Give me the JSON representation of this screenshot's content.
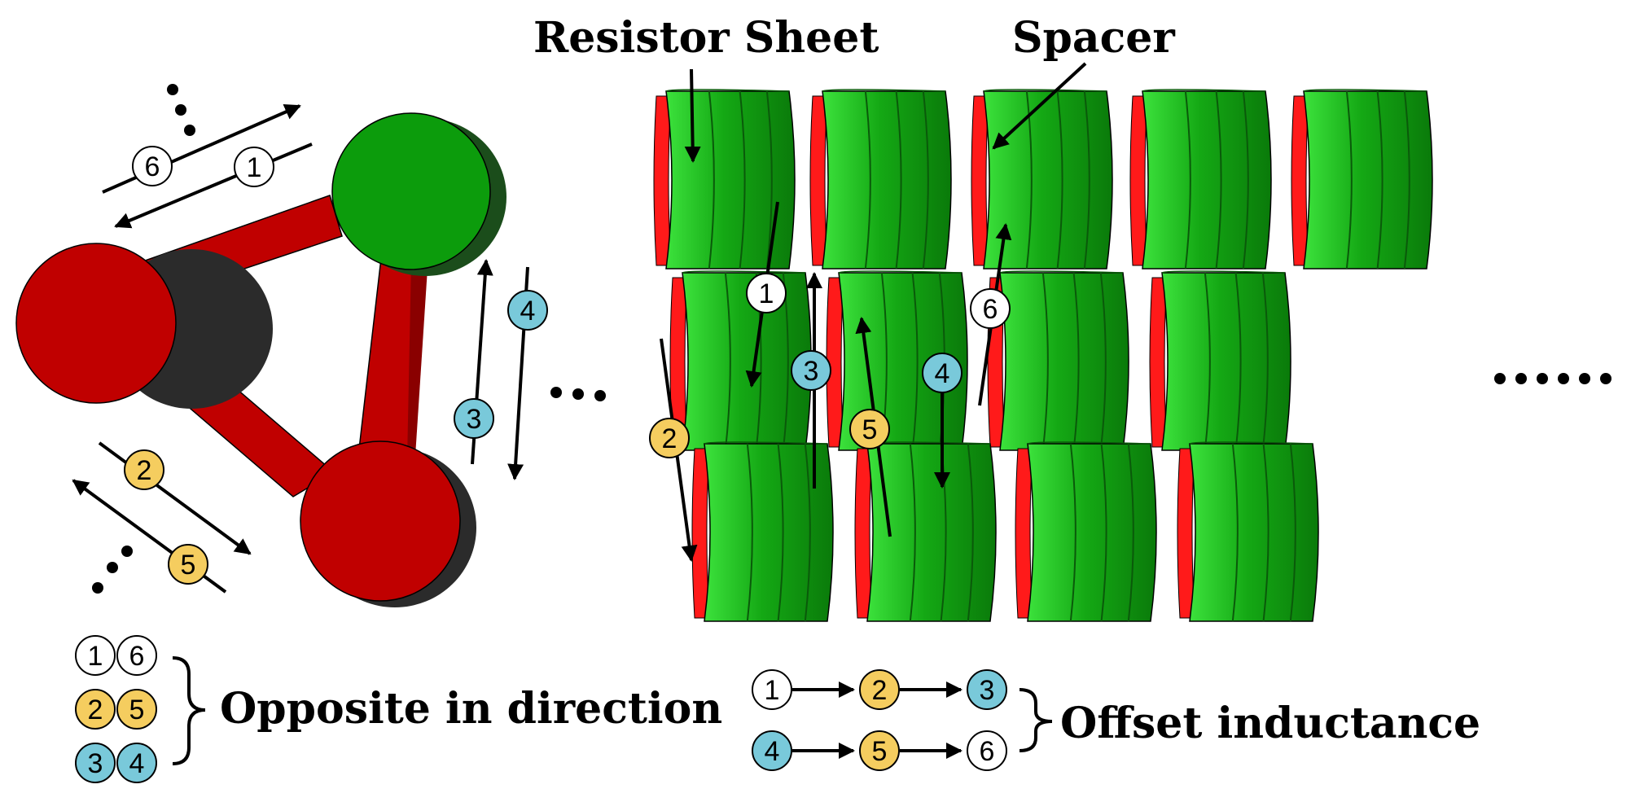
{
  "labels": {
    "resistor_sheet": "Resistor Sheet",
    "spacer": "Spacer",
    "opposite": "Opposite in direction",
    "offset": "Offset inductance"
  },
  "ellipses": {
    "left_top": "⋮",
    "left_bottom": "⋮",
    "middle": "…",
    "right": "……"
  },
  "markers": {
    "one": "1",
    "two": "2",
    "three": "3",
    "four": "4",
    "five": "5",
    "six": "6"
  },
  "colors": {
    "white_marker": "#ffffff",
    "yellow_marker": "#f5cd5f",
    "cyan_marker": "#79c9da",
    "green_coil": "#0f9a10",
    "red_coil": "#c00000"
  }
}
